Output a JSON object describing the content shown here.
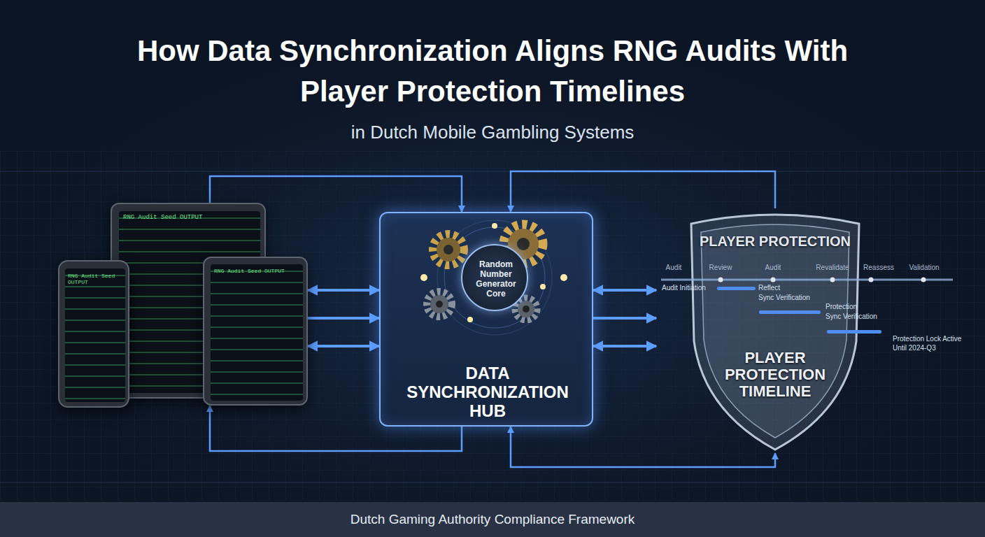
{
  "diagram": {
    "title": "How Data Synchronization Aligns RNG Audits With Player Protection Timelines",
    "caption": "Dutch Gaming Authority Compliance Framework",
    "nodes": [
      {
        "text": [
          "RNG Audit Seed OUTPUT"
        ]
      },
      {
        "text": [
          "RNG Audit Seed OUTPUT"
        ]
      },
      {
        "text": [
          "RNG Audit Seed OUTPUT"
        ]
      },
      {
        "text": [
          "DATA SYNCHRONIZATION HUB"
        ]
      },
      {
        "text": [
          "Random Number Generator Core"
        ],
        "in": 3
      },
      {
        "text": [
          "PLAYER PROTECTION",
          "PLAYER PROTECTION TIMELINE"
        ]
      }
    ],
    "edges": [
      {
        "from": 2,
        "to": 3,
        "arrow": "both"
      },
      {
        "from": 2,
        "to": 3,
        "arrow": "to"
      },
      {
        "from": 2,
        "to": 3,
        "arrow": "both"
      },
      {
        "from": 3,
        "to": 5,
        "arrow": "both"
      },
      {
        "from": 3,
        "to": 5,
        "arrow": "to"
      },
      {
        "from": 3,
        "to": 5,
        "arrow": "both"
      },
      {
        "from": 1,
        "to": 3,
        "arrow": "to"
      },
      {
        "from": 5,
        "to": 3,
        "arrow": "to"
      },
      {
        "from": 3,
        "to": 2,
        "arrow": "to"
      },
      {
        "from": 3,
        "to": 5,
        "arrow": "both"
      }
    ],
    "labels": [
      "in Dutch Mobile Gambling Systems",
      "Audit",
      "Review",
      "Audit",
      "Revalidate",
      "Reassess",
      "Validation",
      "Audit Initiation",
      "Reflect",
      "Sync Verification",
      "Protection",
      "Sync Verification",
      "Protection Lock Active Until 2024-Q3"
    ]
  }
}
